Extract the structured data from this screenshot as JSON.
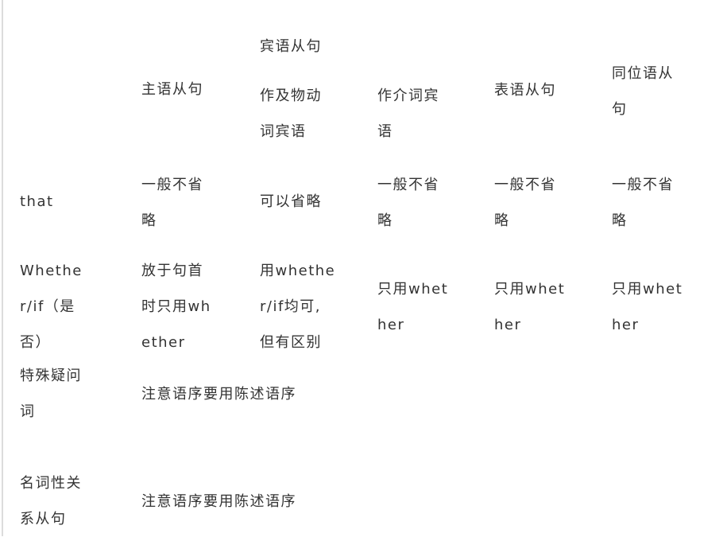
{
  "header": {
    "subject": [
      "主语从句"
    ],
    "object_group": [
      "宾语从句"
    ],
    "object_verb": [
      "作及物动",
      "词宾语"
    ],
    "object_prep": [
      "作介词宾",
      "语"
    ],
    "predicative": [
      "表语从句"
    ],
    "appositive": [
      "同位语从",
      "句"
    ]
  },
  "rows": [
    {
      "label": [
        "that"
      ],
      "cells": [
        [
          "一般不省",
          "略"
        ],
        [
          "可以省略"
        ],
        [
          "一般不省",
          "略"
        ],
        [
          "一般不省",
          "略"
        ],
        [
          "一般不省",
          "略"
        ]
      ]
    },
    {
      "label": [
        "Whethe",
        "r/if（是",
        "否）"
      ],
      "cells": [
        [
          "放于句首",
          "时只用wh",
          "ether"
        ],
        [
          "用whethe",
          "r/if均可,",
          "但有区别"
        ],
        [
          "只用whet",
          "her"
        ],
        [
          "只用whet",
          "her"
        ],
        [
          "只用whet",
          "her"
        ]
      ]
    },
    {
      "label": [
        "特殊疑问",
        "词"
      ],
      "note": [
        "注意语序要用陈述语序"
      ]
    },
    {
      "label": [
        "名词性关",
        "系从句"
      ],
      "note": [
        "注意语序要用陈述语序"
      ]
    }
  ]
}
